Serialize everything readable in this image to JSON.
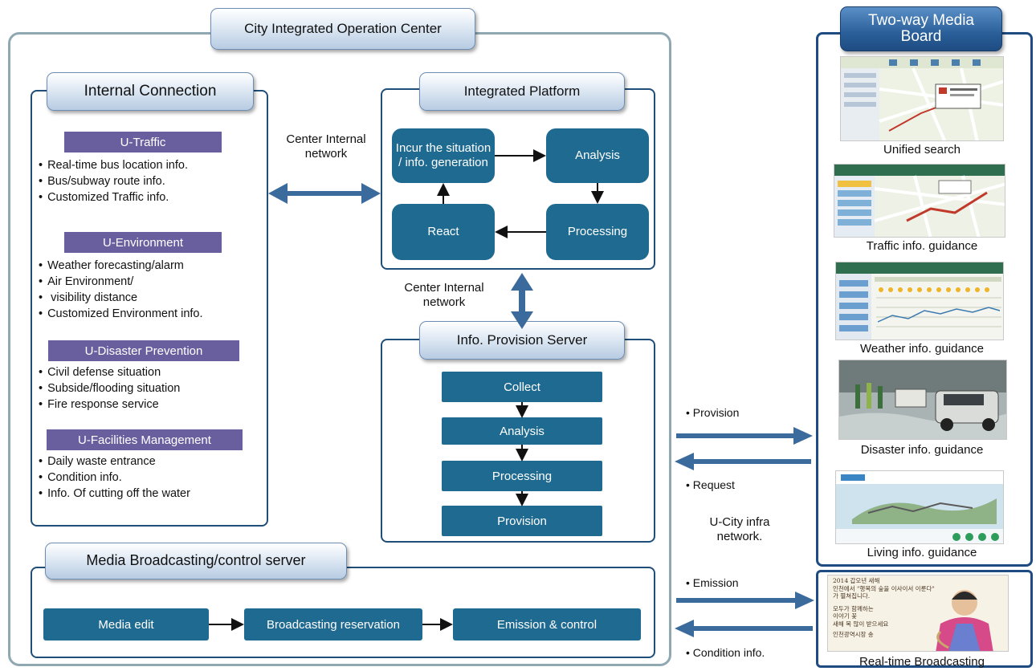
{
  "operation_center": {
    "title": "City Integrated Operation Center"
  },
  "internal_connection": {
    "title": "Internal Connection",
    "groups": [
      {
        "name": "U-Traffic",
        "items": [
          "Real-time bus location info.",
          "Bus/subway route info.",
          "Customized Traffic info."
        ]
      },
      {
        "name": "U-Environment",
        "items": [
          "Weather forecasting/alarm",
          "Air Environment/",
          " visibility distance",
          "Customized Environment info."
        ]
      },
      {
        "name": "U-Disaster Prevention",
        "items": [
          "Civil defense situation",
          "Subside/flooding situation",
          "Fire response service"
        ]
      },
      {
        "name": "U-Facilities Management",
        "items": [
          "Daily waste entrance",
          "Condition info.",
          "Info. Of cutting off the water"
        ]
      }
    ]
  },
  "center_network_1": "Center Internal network",
  "center_network_2": "Center Internal network",
  "integrated_platform": {
    "title": "Integrated Platform",
    "steps": [
      "Incur the situation / info. generation",
      "Analysis",
      "Processing",
      "React"
    ]
  },
  "info_provision_server": {
    "title": "Info. Provision Server",
    "steps": [
      "Collect",
      "Analysis",
      "Processing",
      "Provision"
    ]
  },
  "media_broadcasting": {
    "title": "Media Broadcasting/control server",
    "steps": [
      "Media edit",
      "Broadcasting reservation",
      "Emission & control"
    ]
  },
  "links": {
    "provision": "• Provision",
    "request": "• Request",
    "infra": "U-City infra network.",
    "emission": "• Emission",
    "condition": "• Condition info."
  },
  "media_board": {
    "title": "Two-way Media Board",
    "panels": [
      "Unified search",
      "Traffic info. guidance",
      "Weather info. guidance",
      "Disaster info. guidance",
      "Living info. guidance"
    ],
    "broadcast": "Real-time Broadcasting",
    "broadcast_text": [
      "2014 갑오년 새해",
      "인천에서 \"행복의 숲을 이사이서 이룬다\"",
      "가 펼쳐집니다.",
      "모두가 함께하는",
      "이야기 꽃",
      "새해 복 많이 받으세요",
      "인천광역시장 송"
    ]
  },
  "colors": {
    "box": "#1f6a91",
    "category": "#6a5f9e",
    "arrow": "#3b6a9c",
    "frame": "#8fa8b2",
    "board": "#1e4c82"
  }
}
